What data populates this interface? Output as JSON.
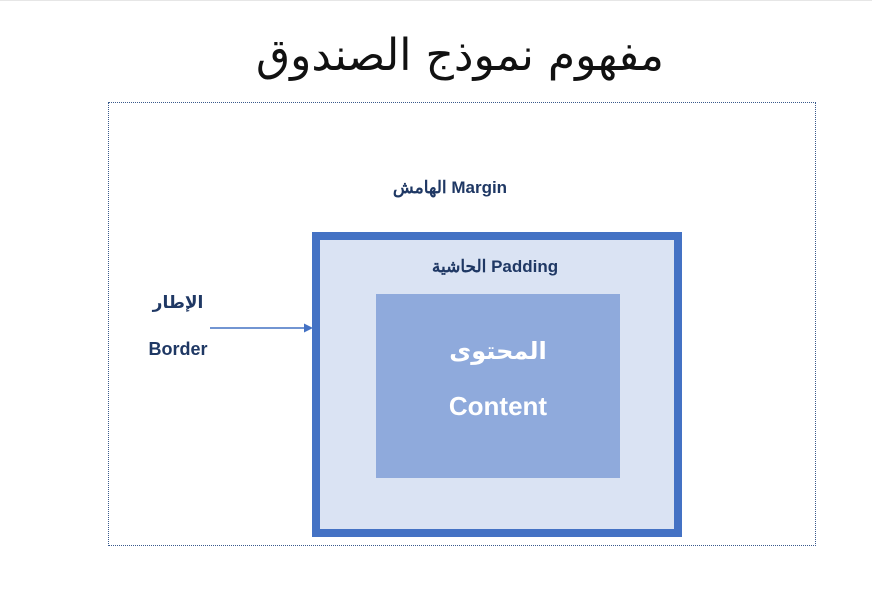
{
  "title": "مفهوم نموذج الصندوق",
  "margin": {
    "label": "الهامش Margin"
  },
  "padding": {
    "label": "الحاشية Padding"
  },
  "content": {
    "label_ar": "المحتوى",
    "label_en": "Content"
  },
  "border": {
    "label_ar": "الإطار",
    "label_en": "Border"
  },
  "colors": {
    "border": "#4472c4",
    "padding_fill": "#dae3f3",
    "content_fill": "#8faadc",
    "label_text": "#1f3864",
    "margin_outline": "#3a5a8c"
  }
}
